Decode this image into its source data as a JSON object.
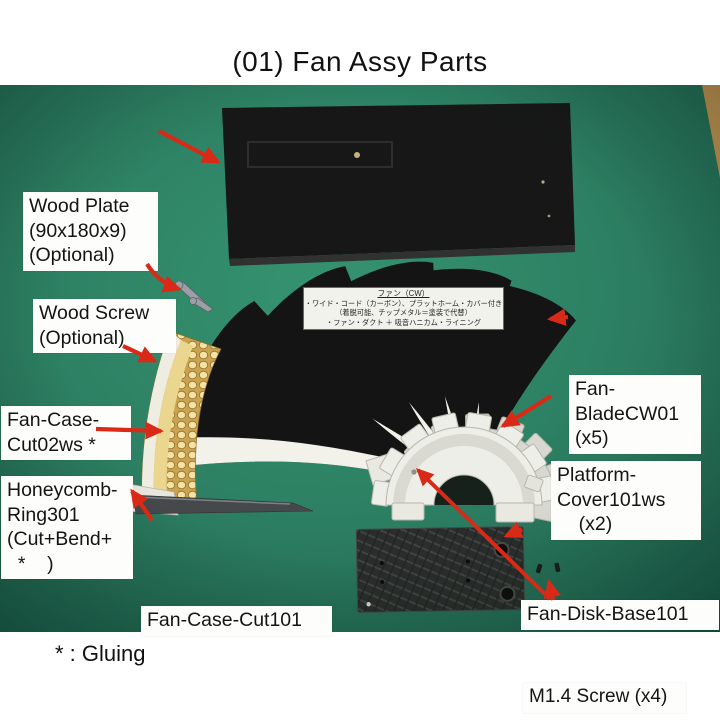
{
  "page_title": "(01) Fan Assy Parts",
  "footnote": "* : Gluing",
  "plate_note": {
    "heading": "ファン（CW）",
    "lines": [
      "・ワイド・コード（カーボン）、プラットホーム・カバー付き",
      "（着脱可能、チップメタル＝塗装で代替）",
      "・ファン・ダクト ＋ 吸音ハニカム・ライニング"
    ]
  },
  "labels": {
    "wood_plate": [
      "Wood Plate",
      "(90x180x9)",
      "(Optional)"
    ],
    "wood_screw": [
      "Wood Screw",
      "(Optional)"
    ],
    "fan_case_cut02": [
      "Fan-Case-",
      "Cut02ws *"
    ],
    "honeycomb_ring": [
      "Honeycomb-",
      "Ring301",
      "(Cut+Bend+",
      "  *    )"
    ],
    "fan_case_cut101": "Fan-Case-Cut101",
    "fan_blade": [
      "Fan-",
      "BladeCW01",
      "(x5)"
    ],
    "platform_cover": [
      "Platform-",
      "Cover101ws",
      "    (x2)"
    ],
    "fan_disk_base": "Fan-Disk-Base101",
    "m14_screw": "M1.4 Screw (x4)"
  },
  "colors": {
    "arrow_red": "#d92a18",
    "mat_green": "#2b8163",
    "mat_green_light": "#339471",
    "mat_green_dark": "#1b5f4b",
    "wood_tan": "#c0914d",
    "plate_black": "#171717",
    "blade_black": "#141414",
    "blade_stripe_white": "#f2f1ea",
    "hub_white": "#eeeee8",
    "honeycomb_gold": "#caa34e",
    "honeycomb_cell": "#f4e3a4",
    "base_dark": "#2a2d2b"
  }
}
